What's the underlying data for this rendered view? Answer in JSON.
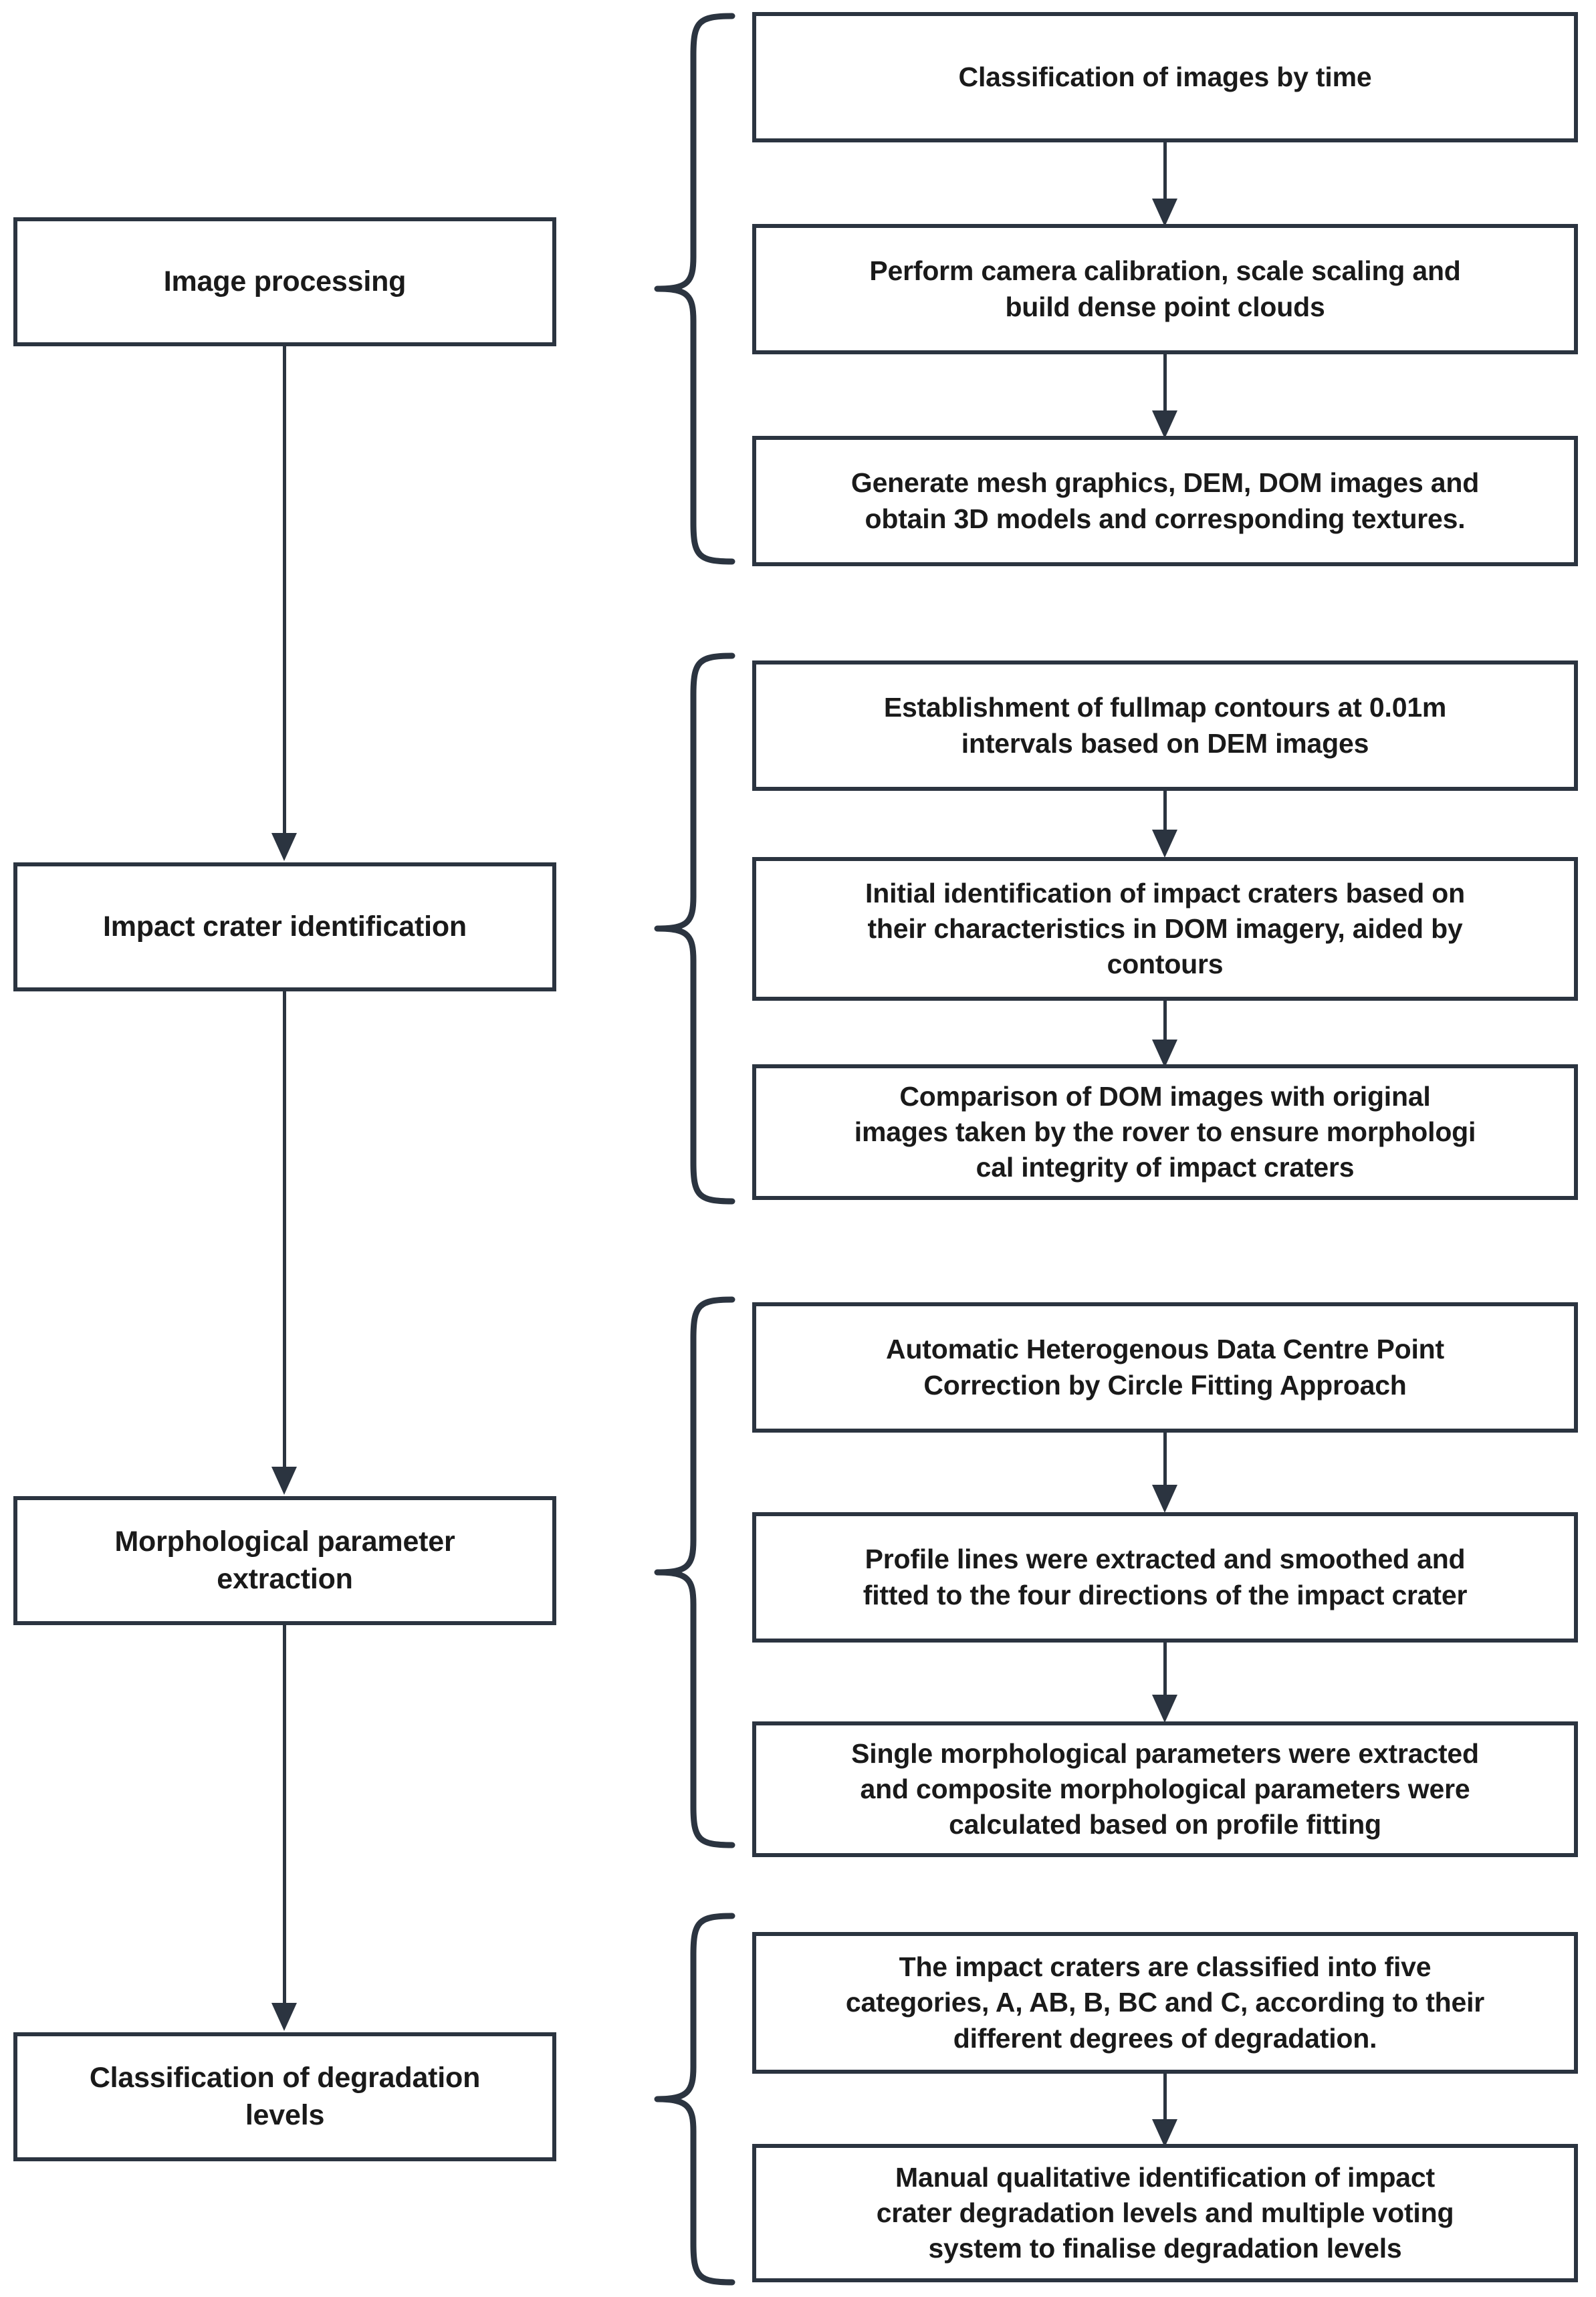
{
  "diagram": {
    "title": "Impact crater analysis methodology flowchart",
    "colors": {
      "stroke": "#2b3440",
      "text": "#1a1a1a",
      "background": "#ffffff"
    }
  },
  "stages": [
    {
      "id": "image-processing",
      "label": "Image processing"
    },
    {
      "id": "crater-identification",
      "label": "Impact crater identification"
    },
    {
      "id": "parameter-extraction",
      "label": "Morphological parameter\nextraction"
    },
    {
      "id": "degradation-classification",
      "label": "Classification of degradation\nlevels"
    }
  ],
  "groups": [
    {
      "id": "group-image-processing",
      "steps": [
        {
          "id": "step-1-1",
          "label": "Classification of images by time"
        },
        {
          "id": "step-1-2",
          "label": "Perform camera calibration, scale scaling and\nbuild dense point clouds"
        },
        {
          "id": "step-1-3",
          "label": "Generate mesh graphics, DEM, DOM images and\nobtain 3D models and corresponding textures."
        }
      ]
    },
    {
      "id": "group-crater-identification",
      "steps": [
        {
          "id": "step-2-1",
          "label": "Establishment of fullmap contours at 0.01m\nintervals based on DEM  images"
        },
        {
          "id": "step-2-2",
          "label": "Initial identification of impact craters based on\ntheir characteristics in DOM imagery, aided by\ncontours"
        },
        {
          "id": "step-2-3",
          "label": "Comparison of DOM images with original\nimages taken by the rover to ensure morphologi\ncal  integrity of impact craters"
        }
      ]
    },
    {
      "id": "group-parameter-extraction",
      "steps": [
        {
          "id": "step-3-1",
          "label": "Automatic Heterogenous Data Centre Point\nCorrection by Circle Fitting Approach"
        },
        {
          "id": "step-3-2",
          "label": "Profile lines were extracted and smoothed and\nfitted to the four directions of the impact crater"
        },
        {
          "id": "step-3-3",
          "label": "Single morphological parameters were extracted\nand composite morphological parameters were\ncalculated based on profile fitting"
        }
      ]
    },
    {
      "id": "group-degradation-classification",
      "steps": [
        {
          "id": "step-4-1",
          "label": "The impact craters are classified into five\ncategories, A, AB, B, BC and C, according to their\ndifferent degrees of degradation."
        },
        {
          "id": "step-4-2",
          "label": "Manual qualitative identification of impact\ncrater degradation levels and multiple voting\nsystem to finalise degradation levels"
        }
      ]
    }
  ]
}
